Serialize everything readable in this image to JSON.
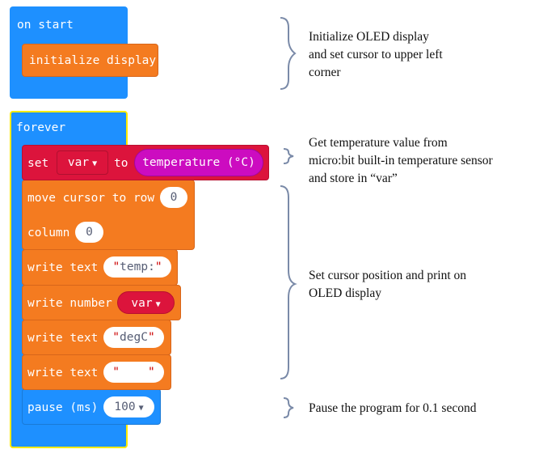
{
  "colors": {
    "events": "#1e90ff",
    "oled": "#f47b20",
    "variables": "#dc143c",
    "input": "#cc0cc0",
    "highlight": "#ffff00"
  },
  "on_start": {
    "label": "on start",
    "initialize": "initialize display"
  },
  "forever": {
    "label": "forever",
    "set": {
      "label": "set",
      "var": "var",
      "to": "to",
      "value": "temperature (°C)"
    },
    "move_cursor": {
      "label": "move cursor to row",
      "row": "0",
      "column_label": "column",
      "column": "0"
    },
    "write_text_1": {
      "label": "write text",
      "value": "temp:"
    },
    "write_number": {
      "label": "write number",
      "value": "var"
    },
    "write_text_2": {
      "label": "write text",
      "value": "degC"
    },
    "write_text_3": {
      "label": "write text",
      "value": "    "
    },
    "pause": {
      "label": "pause (ms)",
      "value": "100"
    }
  },
  "annotations": [
    {
      "lines": [
        "Initialize OLED display",
        "and set cursor to upper left",
        "corner"
      ]
    },
    {
      "lines": [
        "Get temperature value from",
        "micro:bit built-in temperature sensor",
        "and store in “var”"
      ]
    },
    {
      "lines": [
        "Set cursor position and print on",
        "OLED display"
      ]
    },
    {
      "lines": [
        "Pause the program for 0.1 second"
      ]
    }
  ]
}
